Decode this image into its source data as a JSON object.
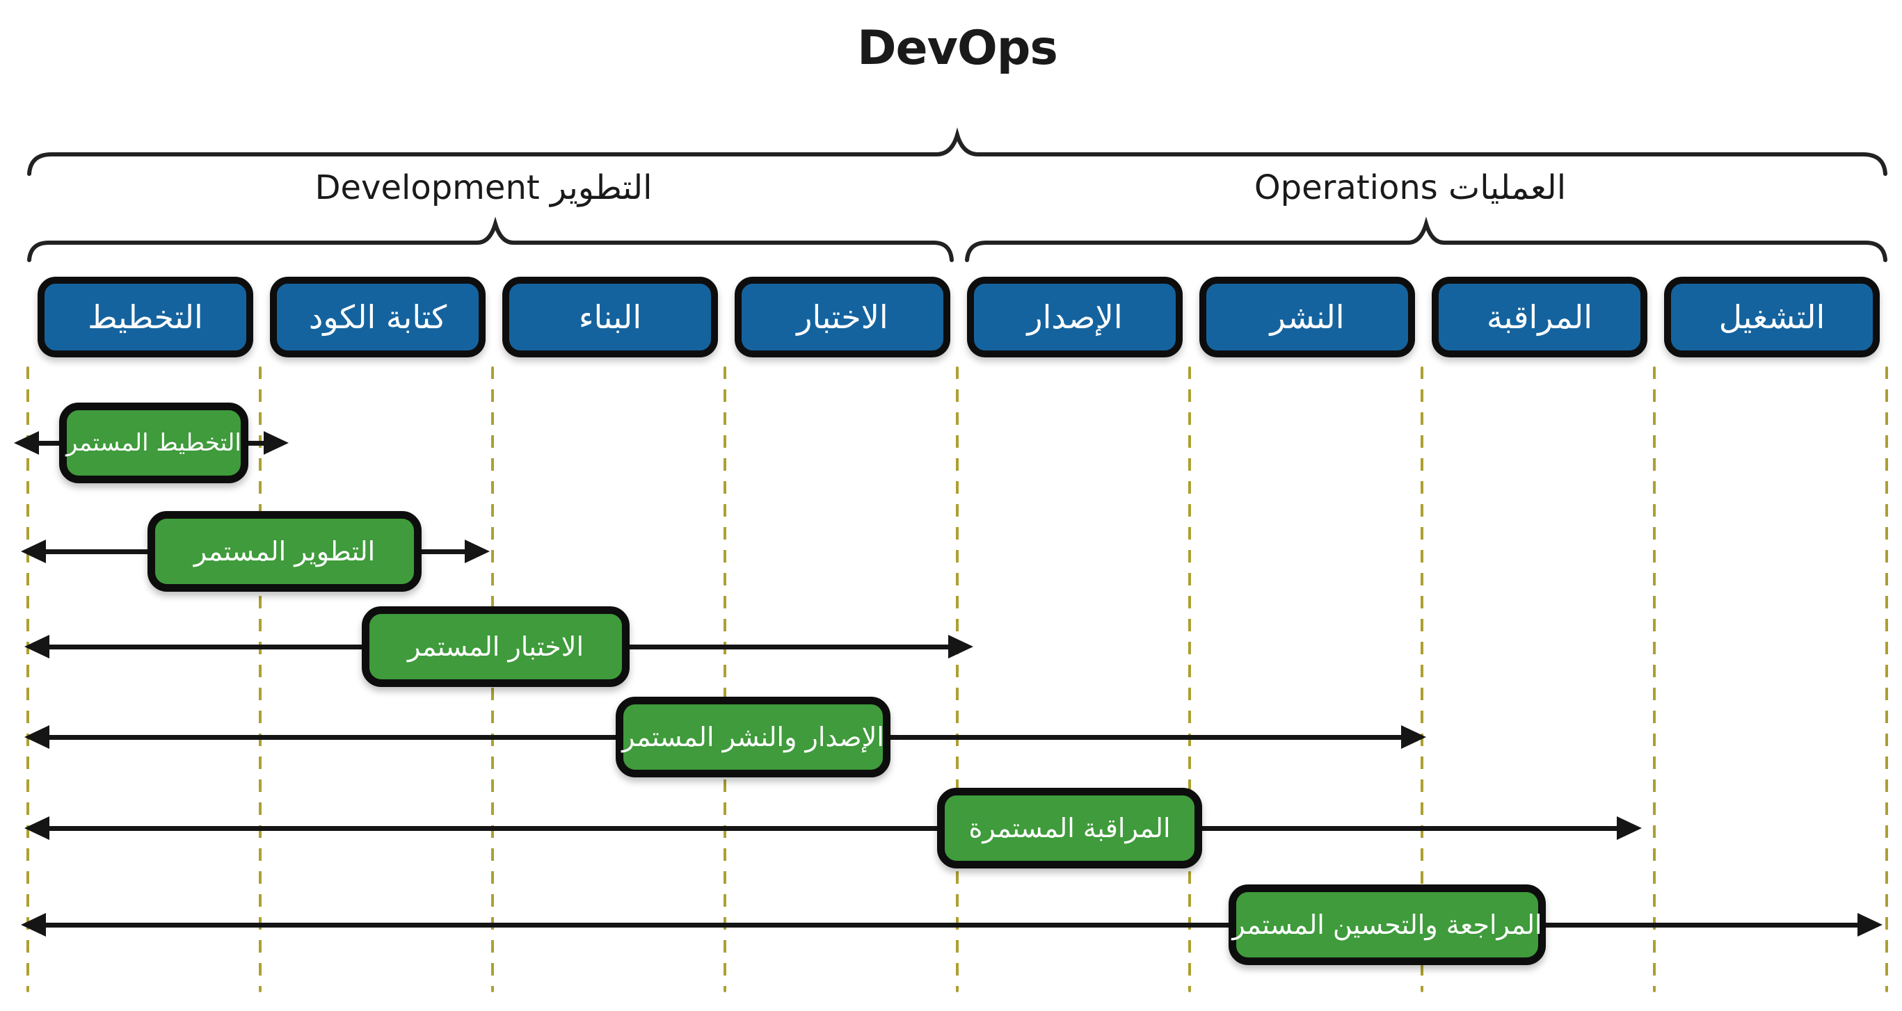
{
  "title": "DevOps",
  "groups": {
    "development": {
      "label": "Development التطوير"
    },
    "operations": {
      "label": "Operations العمليات"
    }
  },
  "stages": [
    {
      "label": "التخطيط"
    },
    {
      "label": "كتابة الكود"
    },
    {
      "label": "البناء"
    },
    {
      "label": "الاختبار"
    },
    {
      "label": "الإصدار"
    },
    {
      "label": "النشر"
    },
    {
      "label": "المراقبة"
    },
    {
      "label": "التشغيل"
    }
  ],
  "streams": [
    {
      "label": "التخطيط المستمر"
    },
    {
      "label": "التطوير المستمر"
    },
    {
      "label": "الاختبار المستمر"
    },
    {
      "label": "الإصدار والنشر المستمر"
    },
    {
      "label": "المراقبة المستمرة"
    },
    {
      "label": "المراجعة والتحسين المستمر"
    }
  ],
  "colors": {
    "stage_fill": "#15639E",
    "stream_fill": "#3F9B3B",
    "outline": "#0D0D0D",
    "arrow": "#151515",
    "dashed_line": "#ADA030",
    "text_on_fill": "#FFFFFF",
    "text_primary": "#1A1A1A",
    "background": "#FFFFFF"
  }
}
